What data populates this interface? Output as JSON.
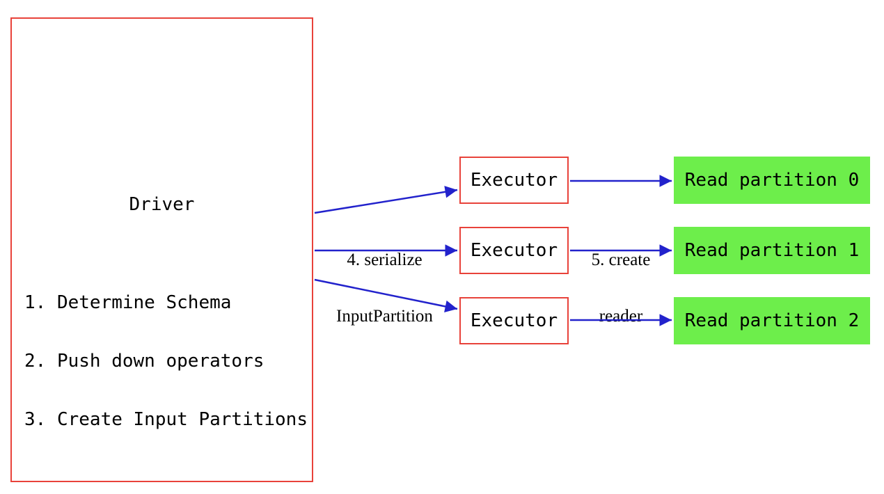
{
  "diagram": {
    "driver": {
      "title": "Driver",
      "steps": [
        "1. Determine Schema",
        "2. Push down operators",
        "3. Create Input Partitions"
      ]
    },
    "executors": [
      {
        "label": "Executor"
      },
      {
        "label": "Executor"
      },
      {
        "label": "Executor"
      }
    ],
    "partitions": [
      {
        "label": "Read partition 0"
      },
      {
        "label": "Read partition 1"
      },
      {
        "label": "Read partition 2"
      }
    ],
    "edge_labels": {
      "serialize": {
        "line1": "4. serialize",
        "line2": "InputPartition"
      },
      "create_reader": {
        "line1": "5. create",
        "line2": "reader"
      }
    },
    "colors": {
      "box_border": "#e8423a",
      "arrow": "#2222cc",
      "partition_fill": "#6dee4b",
      "text": "#000000"
    }
  }
}
